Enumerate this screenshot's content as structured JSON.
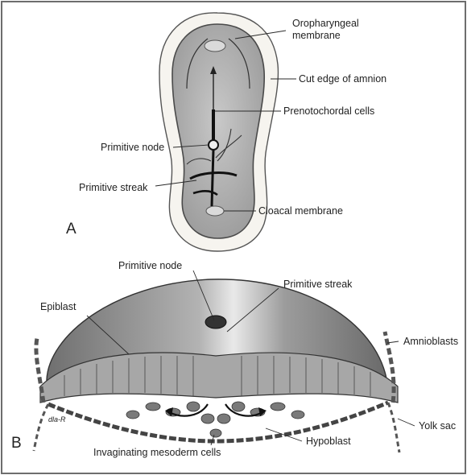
{
  "panel_a": {
    "letter": "A",
    "labels": {
      "oropharyngeal": [
        "Oropharyngeal",
        "membrane"
      ],
      "cut_edge": "Cut edge of amnion",
      "prenotochordal": "Prenotochordal cells",
      "primitive_node": "Primitive node",
      "primitive_streak": "Primitive streak",
      "cloacal": "Cloacal membrane"
    }
  },
  "panel_b": {
    "letter": "B",
    "labels": {
      "primitive_node": "Primitive node",
      "primitive_streak": "Primitive streak",
      "epiblast": "Epiblast",
      "amnioblasts": "Amnioblasts",
      "yolk_sac": "Yolk sac",
      "hypoblast": "Hypoblast",
      "invaginating": "Invaginating mesoderm cells"
    },
    "signature": "dla-R"
  },
  "colors": {
    "border": "#6d6d6d",
    "amnion_fill": "#f6f4ef",
    "disc_fill": "#b9b9b9",
    "dome_fill": "#8e8e8e",
    "cell_fill": "#a7a7a7",
    "mesoderm_fill": "#7a7a7a",
    "ink": "#222222"
  }
}
